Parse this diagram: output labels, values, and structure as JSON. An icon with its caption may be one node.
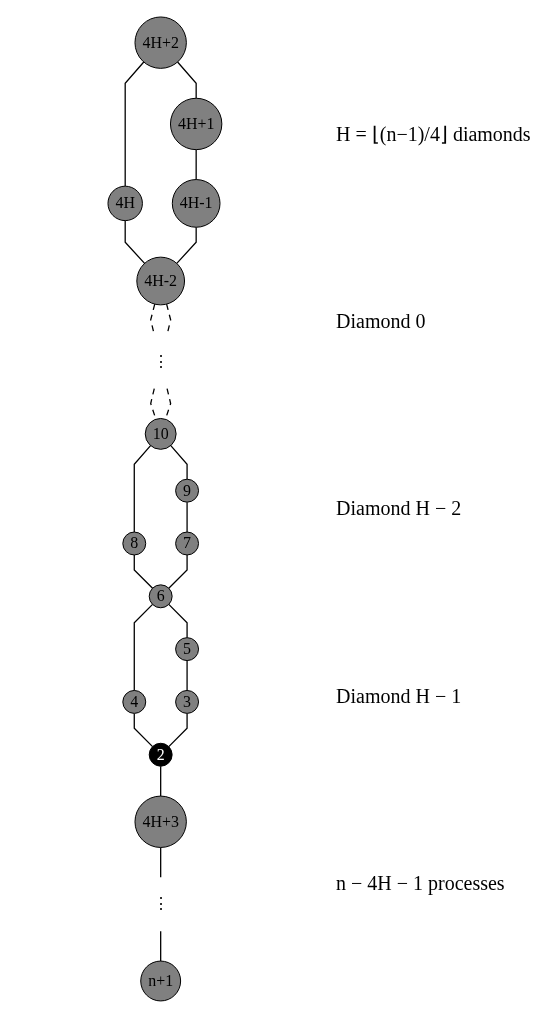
{
  "diagram": {
    "nodes": [
      {
        "text": [
          "4H+2"
        ]
      },
      {
        "text": [
          "4H"
        ]
      },
      {
        "text": [
          "4H+1"
        ]
      },
      {
        "text": [
          "4H-1"
        ]
      },
      {
        "text": [
          "4H-2"
        ]
      },
      {
        "text": [
          "⋮"
        ]
      },
      {
        "text": [
          "10"
        ]
      },
      {
        "text": [
          "8"
        ]
      },
      {
        "text": [
          "9"
        ]
      },
      {
        "text": [
          "7"
        ]
      },
      {
        "text": [
          "6"
        ]
      },
      {
        "text": [
          "4"
        ]
      },
      {
        "text": [
          "5"
        ]
      },
      {
        "text": [
          "3"
        ]
      },
      {
        "text": [
          "2"
        ]
      },
      {
        "text": [
          "4H+3"
        ]
      },
      {
        "text": [
          "⋮"
        ]
      },
      {
        "text": [
          "n+1"
        ]
      }
    ],
    "edges": [
      {
        "from": 0,
        "to": 1,
        "arrow": "none"
      },
      {
        "from": 0,
        "to": 2,
        "arrow": "none"
      },
      {
        "from": 1,
        "to": 4,
        "arrow": "none"
      },
      {
        "from": 2,
        "to": 3,
        "arrow": "none"
      },
      {
        "from": 3,
        "to": 4,
        "arrow": "none"
      },
      {
        "from": 4,
        "to": 5,
        "arrow": "none",
        "style": "dashed"
      },
      {
        "from": 4,
        "to": 5,
        "arrow": "none",
        "style": "dashed"
      },
      {
        "from": 5,
        "to": 6,
        "arrow": "none",
        "style": "dashed"
      },
      {
        "from": 5,
        "to": 6,
        "arrow": "none",
        "style": "dashed"
      },
      {
        "from": 6,
        "to": 7,
        "arrow": "none"
      },
      {
        "from": 6,
        "to": 8,
        "arrow": "none"
      },
      {
        "from": 7,
        "to": 10,
        "arrow": "none"
      },
      {
        "from": 8,
        "to": 9,
        "arrow": "none"
      },
      {
        "from": 9,
        "to": 10,
        "arrow": "none"
      },
      {
        "from": 10,
        "to": 11,
        "arrow": "none"
      },
      {
        "from": 10,
        "to": 12,
        "arrow": "none"
      },
      {
        "from": 11,
        "to": 14,
        "arrow": "none"
      },
      {
        "from": 12,
        "to": 13,
        "arrow": "none"
      },
      {
        "from": 13,
        "to": 14,
        "arrow": "none"
      },
      {
        "from": 14,
        "to": 15,
        "arrow": "none"
      },
      {
        "from": 15,
        "to": 16,
        "arrow": "none"
      },
      {
        "from": 16,
        "to": 17,
        "arrow": "none"
      }
    ],
    "labels": [
      "H = ⌊(n−1)/4⌋ diamonds",
      "Diamond 0",
      "Diamond H − 2",
      "Diamond H − 1",
      "n − 4H − 1 processes"
    ]
  }
}
